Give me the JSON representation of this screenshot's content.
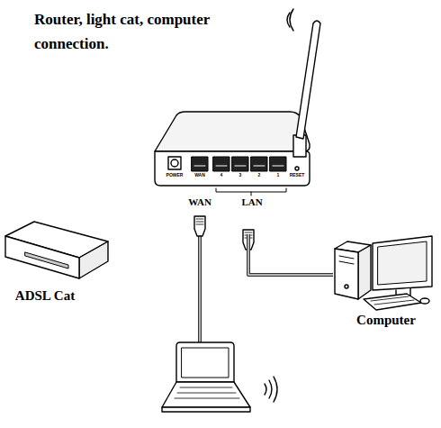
{
  "diagram": {
    "title": "Router, light cat, computer connection.",
    "nodes": [
      {
        "text": [
          "POWER",
          "WAN",
          "4",
          "3",
          "2",
          "1",
          "RESET"
        ]
      },
      {
        "text": [
          "ADSL Cat"
        ]
      },
      {
        "text": [
          "Computer"
        ]
      }
    ],
    "edges": [
      {
        "from": 0,
        "to": 2,
        "arrow": "none"
      }
    ],
    "labels": [
      "WAN",
      "LAN"
    ]
  }
}
